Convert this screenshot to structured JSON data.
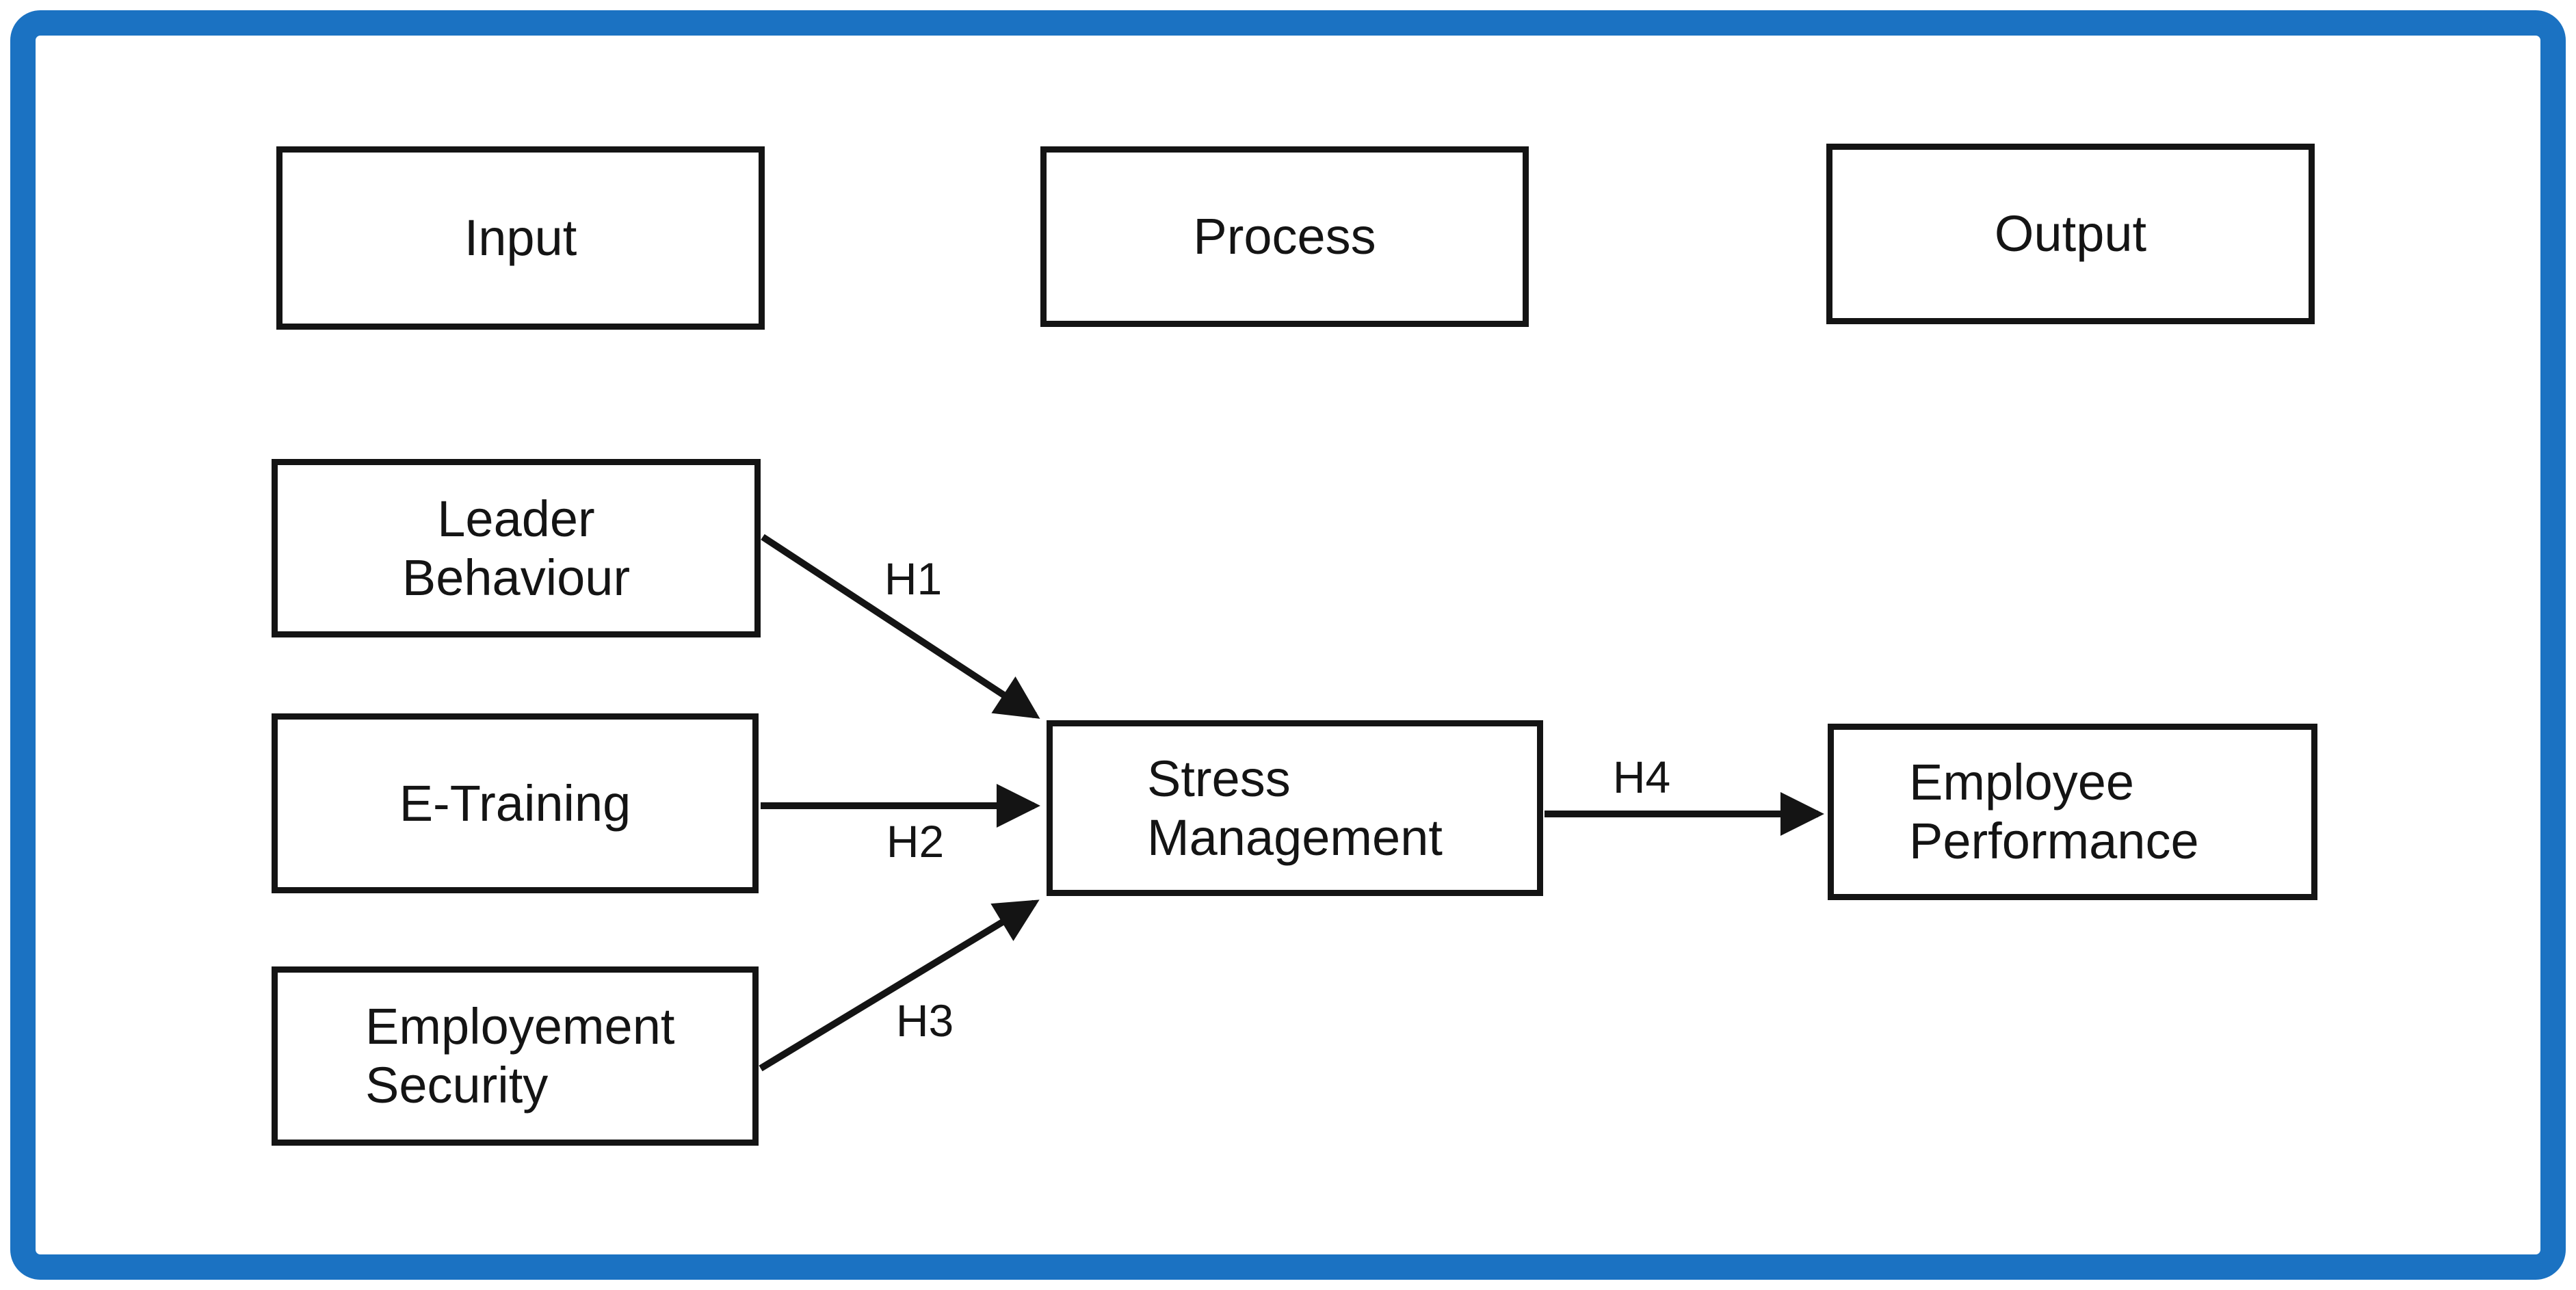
{
  "colors": {
    "frame_blue": "#1b72c2",
    "box_border": "#141414",
    "text": "#141414",
    "arrow": "#141414",
    "background": "#ffffff"
  },
  "headers": [
    {
      "id": "input",
      "label": "Input"
    },
    {
      "id": "process",
      "label": "Process"
    },
    {
      "id": "output",
      "label": "Output"
    }
  ],
  "nodes": [
    {
      "id": "leader-behaviour",
      "column": "input",
      "label": "Leader\nBehaviour"
    },
    {
      "id": "e-training",
      "column": "input",
      "label": "E-Training"
    },
    {
      "id": "employement-security",
      "column": "input",
      "label": "Employement\nSecurity"
    },
    {
      "id": "stress-management",
      "column": "process",
      "label": "Stress\nManagement"
    },
    {
      "id": "employee-performance",
      "column": "output",
      "label": "Employee\nPerformance"
    }
  ],
  "edges": [
    {
      "id": "H1",
      "label": "H1",
      "from": "leader-behaviour",
      "to": "stress-management"
    },
    {
      "id": "H2",
      "label": "H2",
      "from": "e-training",
      "to": "stress-management"
    },
    {
      "id": "H3",
      "label": "H3",
      "from": "employement-security",
      "to": "stress-management"
    },
    {
      "id": "H4",
      "label": "H4",
      "from": "stress-management",
      "to": "employee-performance"
    }
  ]
}
